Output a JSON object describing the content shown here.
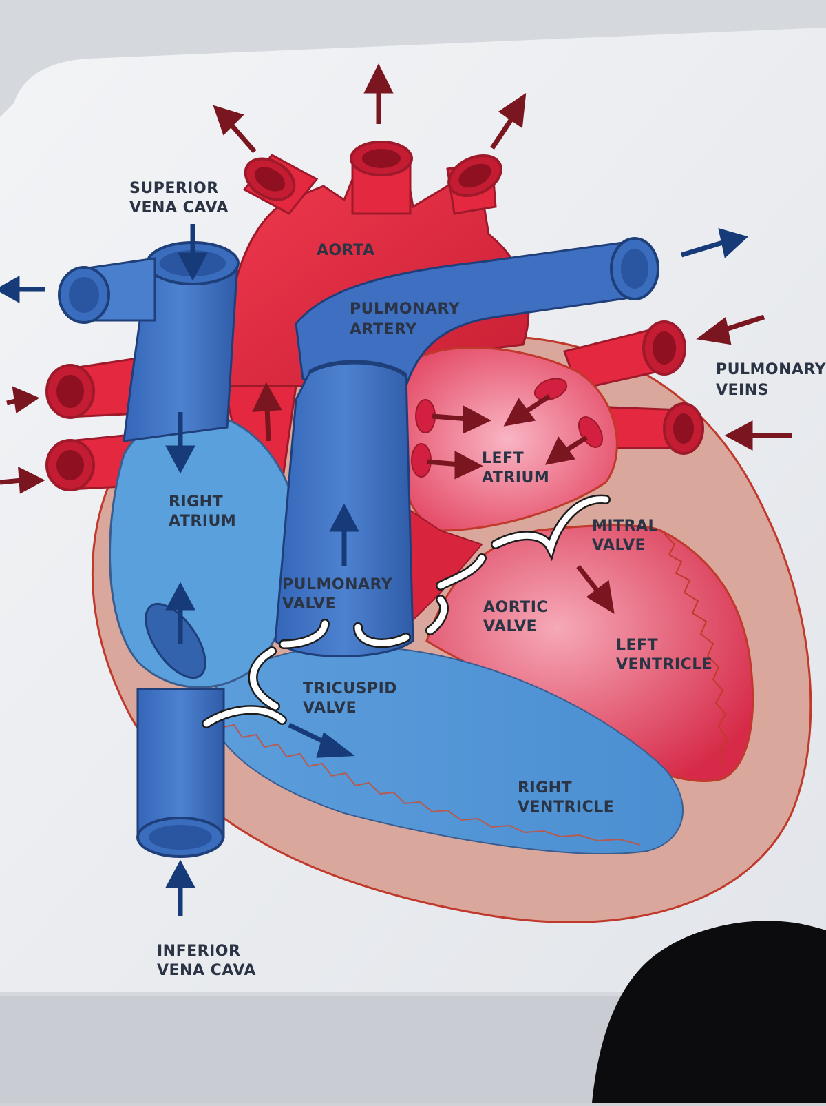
{
  "colors": {
    "blood_red": "#e4283f",
    "blood_blue": "#3b6fc2",
    "light_blue": "#5aa0dc",
    "muscle": "#d9a79c",
    "arrow_red": "#7a1620",
    "arrow_blue": "#173a78",
    "label": "#2b3445"
  },
  "labels": {
    "superior_vena_cava": [
      "SUPERIOR",
      "VENA CAVA"
    ],
    "aorta": [
      "AORTA"
    ],
    "pulmonary_artery": [
      "PULMONARY",
      "ARTERY"
    ],
    "pulmonary_veins": [
      "PULMONARY",
      "VEINS"
    ],
    "right_atrium": [
      "RIGHT",
      "ATRIUM"
    ],
    "left_atrium": [
      "LEFT",
      "ATRIUM"
    ],
    "mitral_valve": [
      "MITRAL",
      "VALVE"
    ],
    "pulmonary_valve": [
      "PULMONARY",
      "VALVE"
    ],
    "aortic_valve": [
      "AORTIC",
      "VALVE"
    ],
    "left_ventricle": [
      "LEFT",
      "VENTRICLE"
    ],
    "tricuspid_valve": [
      "TRICUSPID",
      "VALVE"
    ],
    "right_ventricle": [
      "RIGHT",
      "VENTRICLE"
    ],
    "inferior_vena_cava": [
      "INFERIOR",
      "VENA CAVA"
    ]
  }
}
